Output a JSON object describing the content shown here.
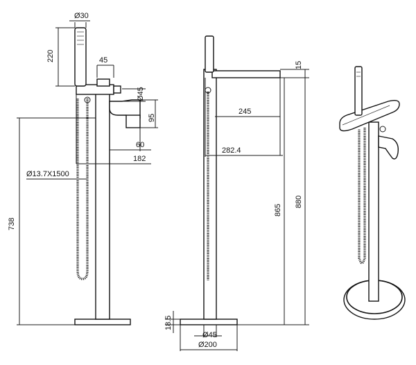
{
  "dimensions": {
    "handshower_diameter": "Ø30",
    "handshower_length": "220",
    "top_width": "45",
    "handle_diameter": "Ø45",
    "handle_height": "95",
    "offset_60": "60",
    "offset_182": "182",
    "hose_spec": "Ø13.7X1500",
    "total_height_left": "738",
    "spout_thickness": "15",
    "spout_reach": "245",
    "spout_total_reach": "282.4",
    "spout_height": "865",
    "total_height": "880",
    "base_thickness": "18.5",
    "pipe_diameter": "Ø45",
    "base_diameter": "Ø200"
  }
}
